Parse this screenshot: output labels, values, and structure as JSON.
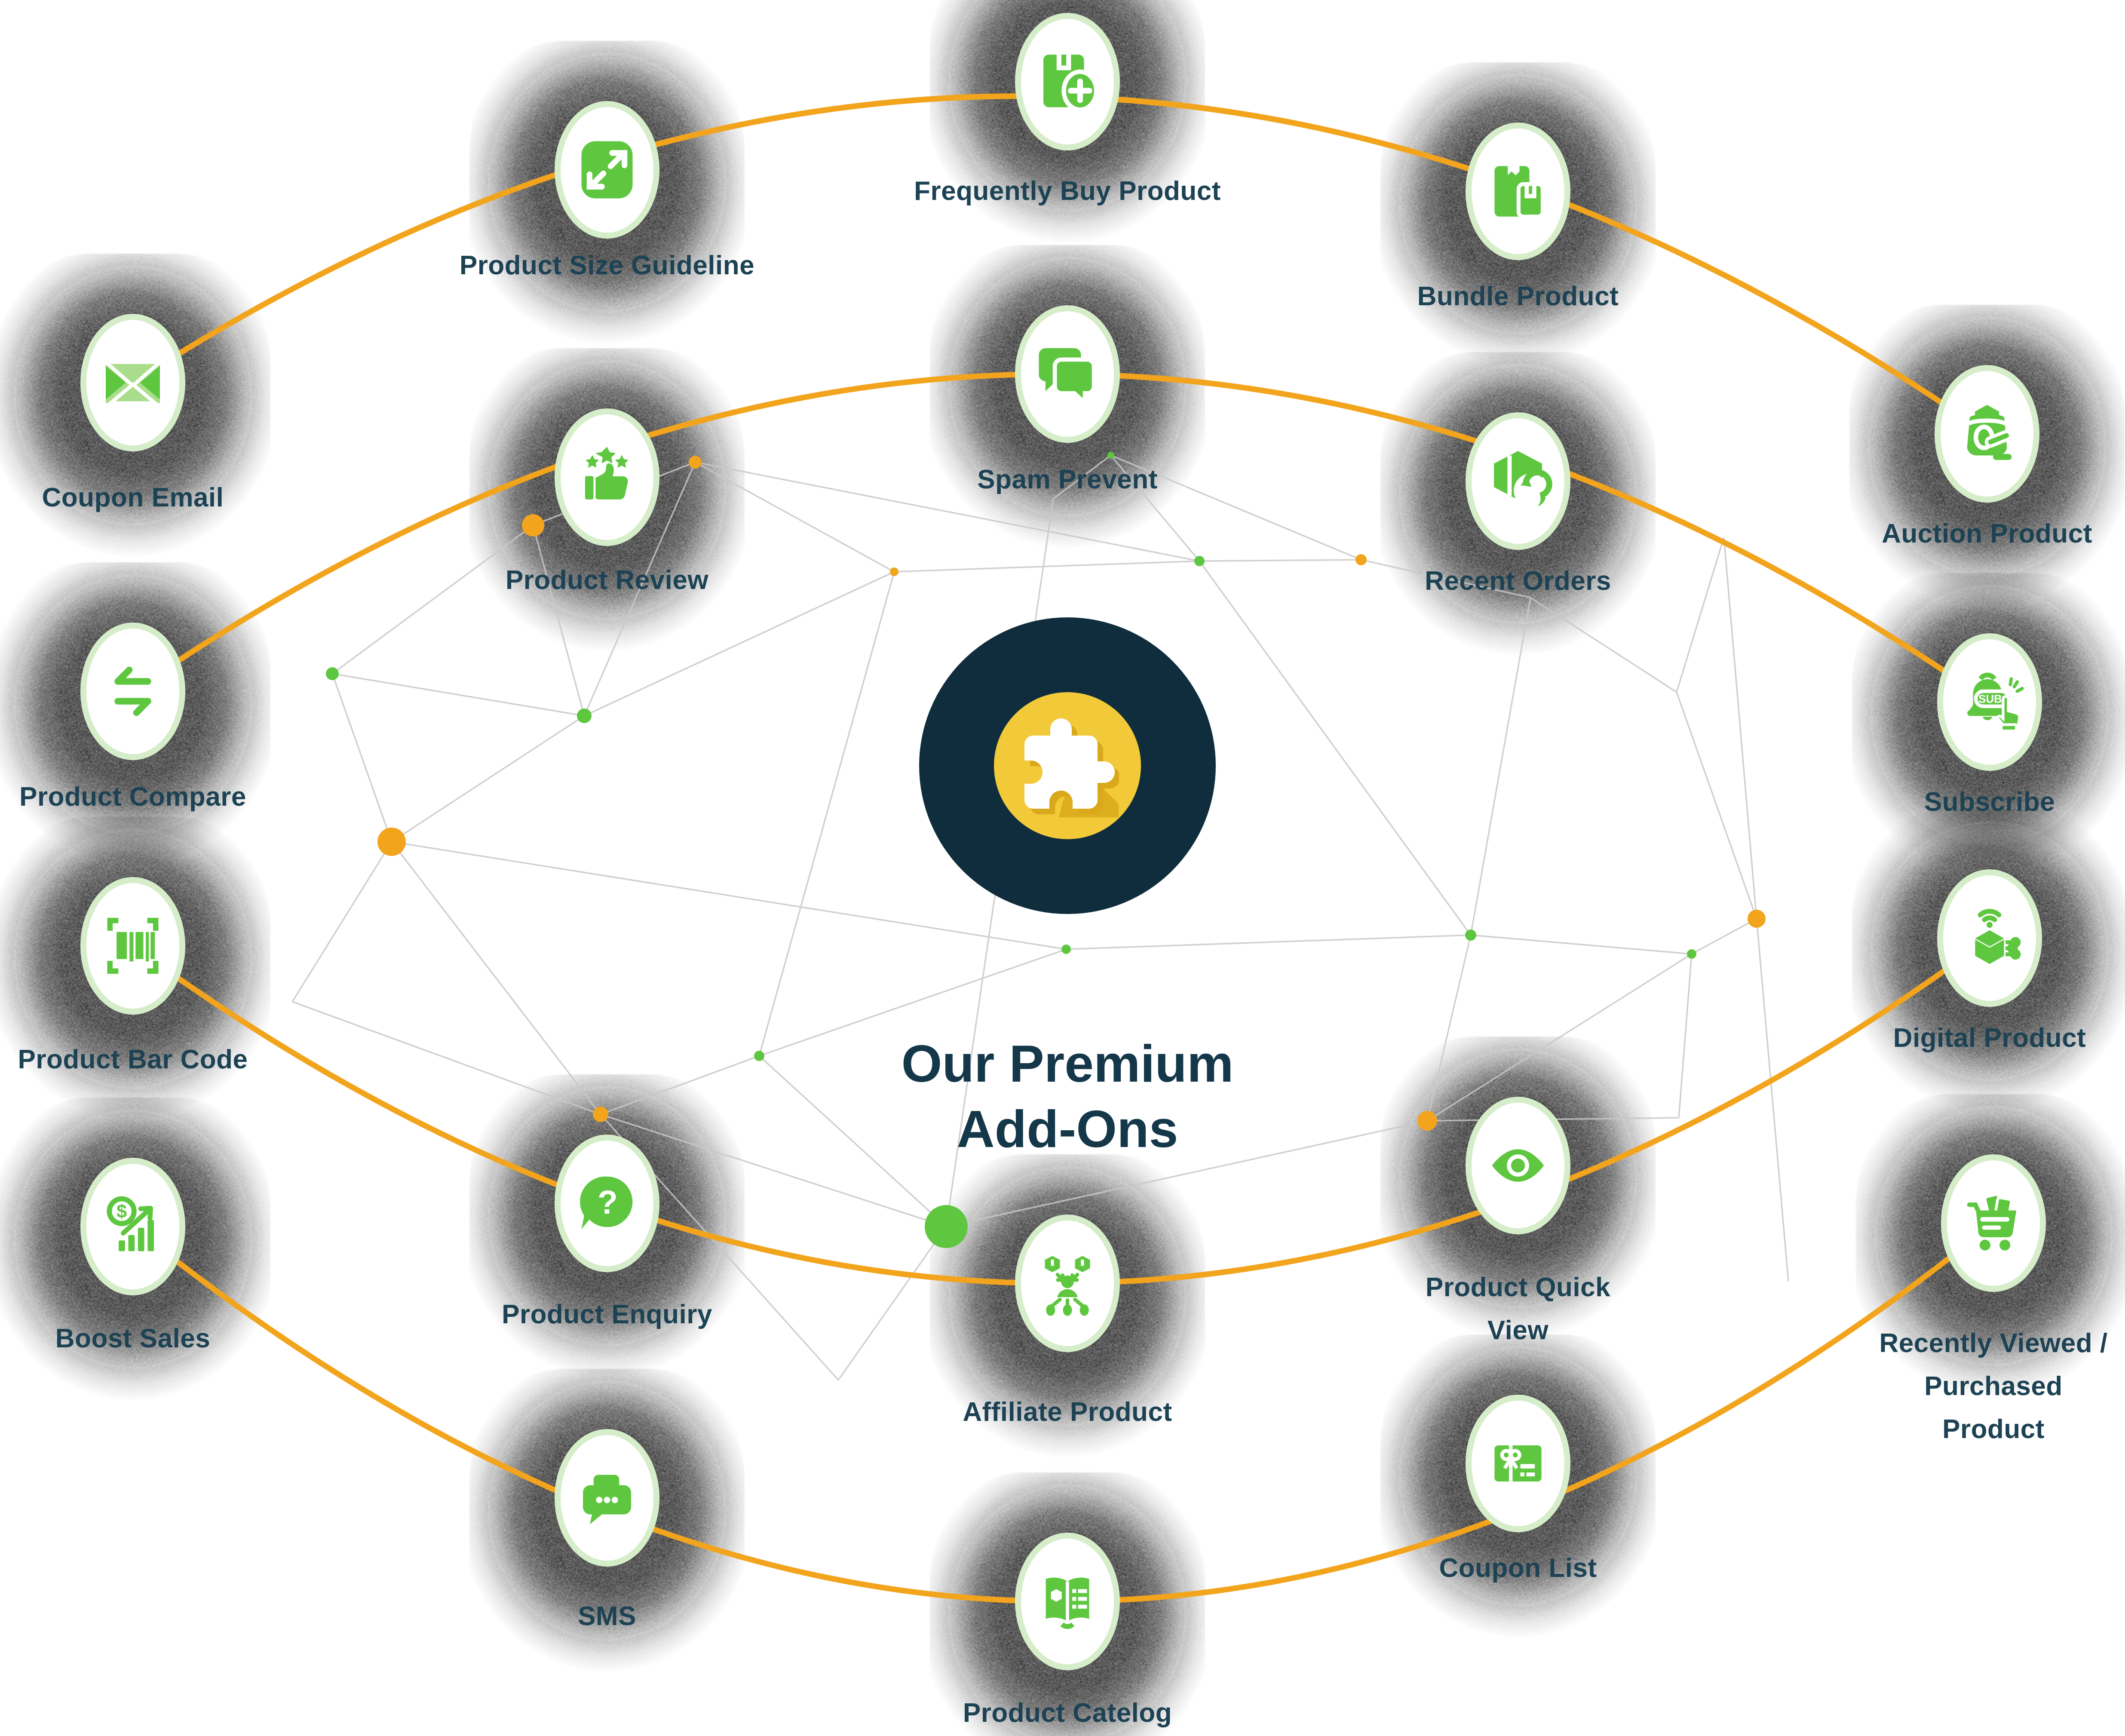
{
  "title": {
    "text": "Our Premium\nAdd-Ons"
  },
  "colors": {
    "green": "#5ec73f",
    "green-light": "#a9dd8b",
    "ring": "#d6edca",
    "navy": "#0f2d3d",
    "label": "#1c4254",
    "title": "#14384a",
    "orange": "#f2a41d",
    "yellow": "#f2c938",
    "yellow-shadow": "#d9a91b",
    "mesh": "#c8c8c8",
    "spray": "#141414"
  },
  "center": {
    "icon": "puzzle-icon"
  },
  "nodes": {
    "product_size_guideline": {
      "label": "Product Size Guideline"
    },
    "frequently_buy_product": {
      "label": "Frequently Buy Product"
    },
    "bundle_product": {
      "label": "Bundle Product"
    },
    "coupon_email": {
      "label": "Coupon Email"
    },
    "product_review": {
      "label": "Product Review"
    },
    "spam_prevent": {
      "label": "Spam Prevent"
    },
    "recent_orders": {
      "label": "Recent Orders"
    },
    "auction_product": {
      "label": "Auction Product"
    },
    "product_compare": {
      "label": "Product Compare"
    },
    "subscribe": {
      "label": "Subscribe",
      "badge": "SUB"
    },
    "product_bar_code": {
      "label": "Product Bar Code"
    },
    "digital_product": {
      "label": "Digital Product"
    },
    "boost_sales": {
      "label": "Boost Sales",
      "symbol": "$"
    },
    "product_enquiry": {
      "label": "Product Enquiry",
      "symbol": "?"
    },
    "affiliate_product": {
      "label": "Affiliate Product"
    },
    "product_quick_view": {
      "label": "Product Quick\nView"
    },
    "recently_viewed_purchased_product": {
      "label": "Recently Viewed /\nPurchased\nProduct"
    },
    "sms": {
      "label": "SMS"
    },
    "product_catelog": {
      "label": "Product Catelog"
    },
    "coupon_list": {
      "label": "Coupon List"
    }
  }
}
